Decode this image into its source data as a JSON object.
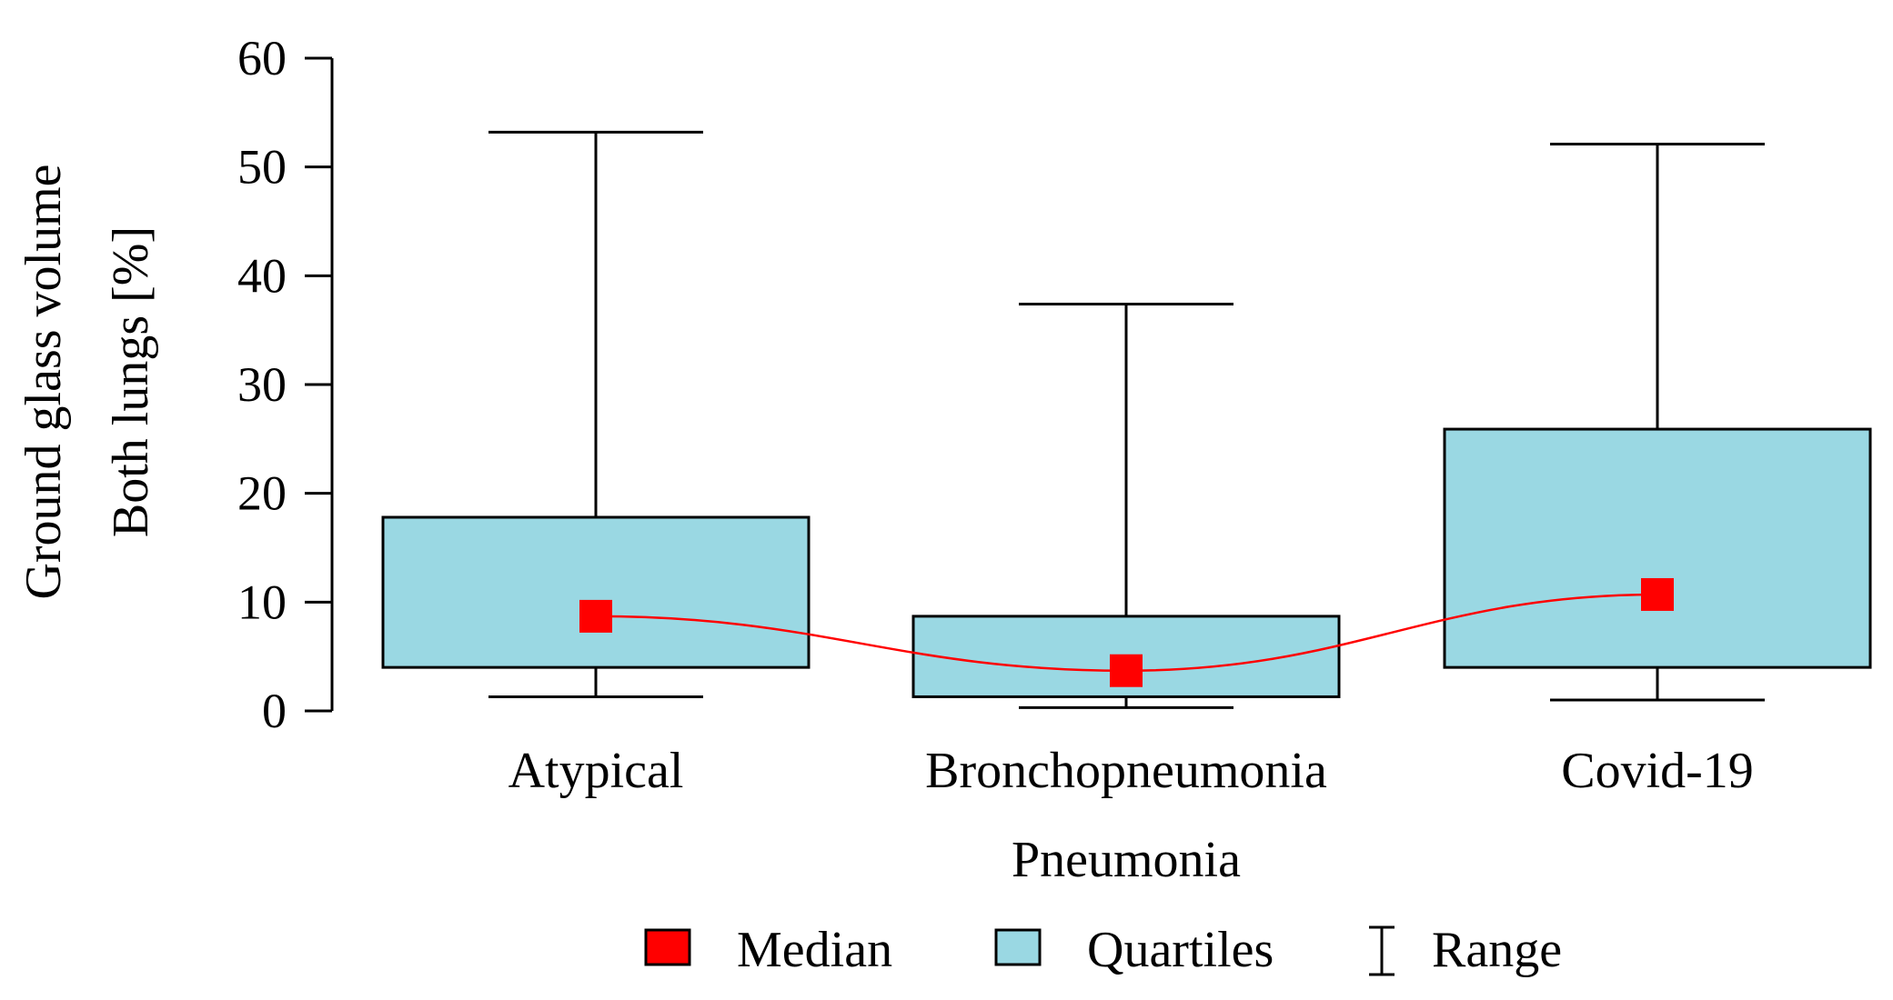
{
  "chart_data": {
    "type": "box",
    "categories": [
      "Atypical",
      "Bronchopneumonia",
      "Covid-19"
    ],
    "series": [
      {
        "name": "Quartiles",
        "q1": [
          4,
          1.3,
          4
        ],
        "q3": [
          17.8,
          8.7,
          25.9
        ]
      },
      {
        "name": "Median",
        "values": [
          8.7,
          3.7,
          10.7
        ]
      },
      {
        "name": "Range",
        "min": [
          1.3,
          0.3,
          1
        ],
        "max": [
          53.2,
          37.4,
          52.1
        ]
      }
    ],
    "xlabel": "Pneumonia",
    "ylabel_line1": "Ground glass volume",
    "ylabel_line2": "Both lungs [%]",
    "ylim": [
      0,
      60
    ],
    "yticks": [
      "0",
      "10",
      "20",
      "30",
      "40",
      "50",
      "60"
    ],
    "grid": false,
    "legend_position": "bottom",
    "legend": {
      "median": "Median",
      "quartiles": "Quartiles",
      "range": "Range"
    },
    "colors": {
      "median": "#ff0000",
      "box_fill": "#9ad8e3",
      "line": "#000000"
    }
  }
}
